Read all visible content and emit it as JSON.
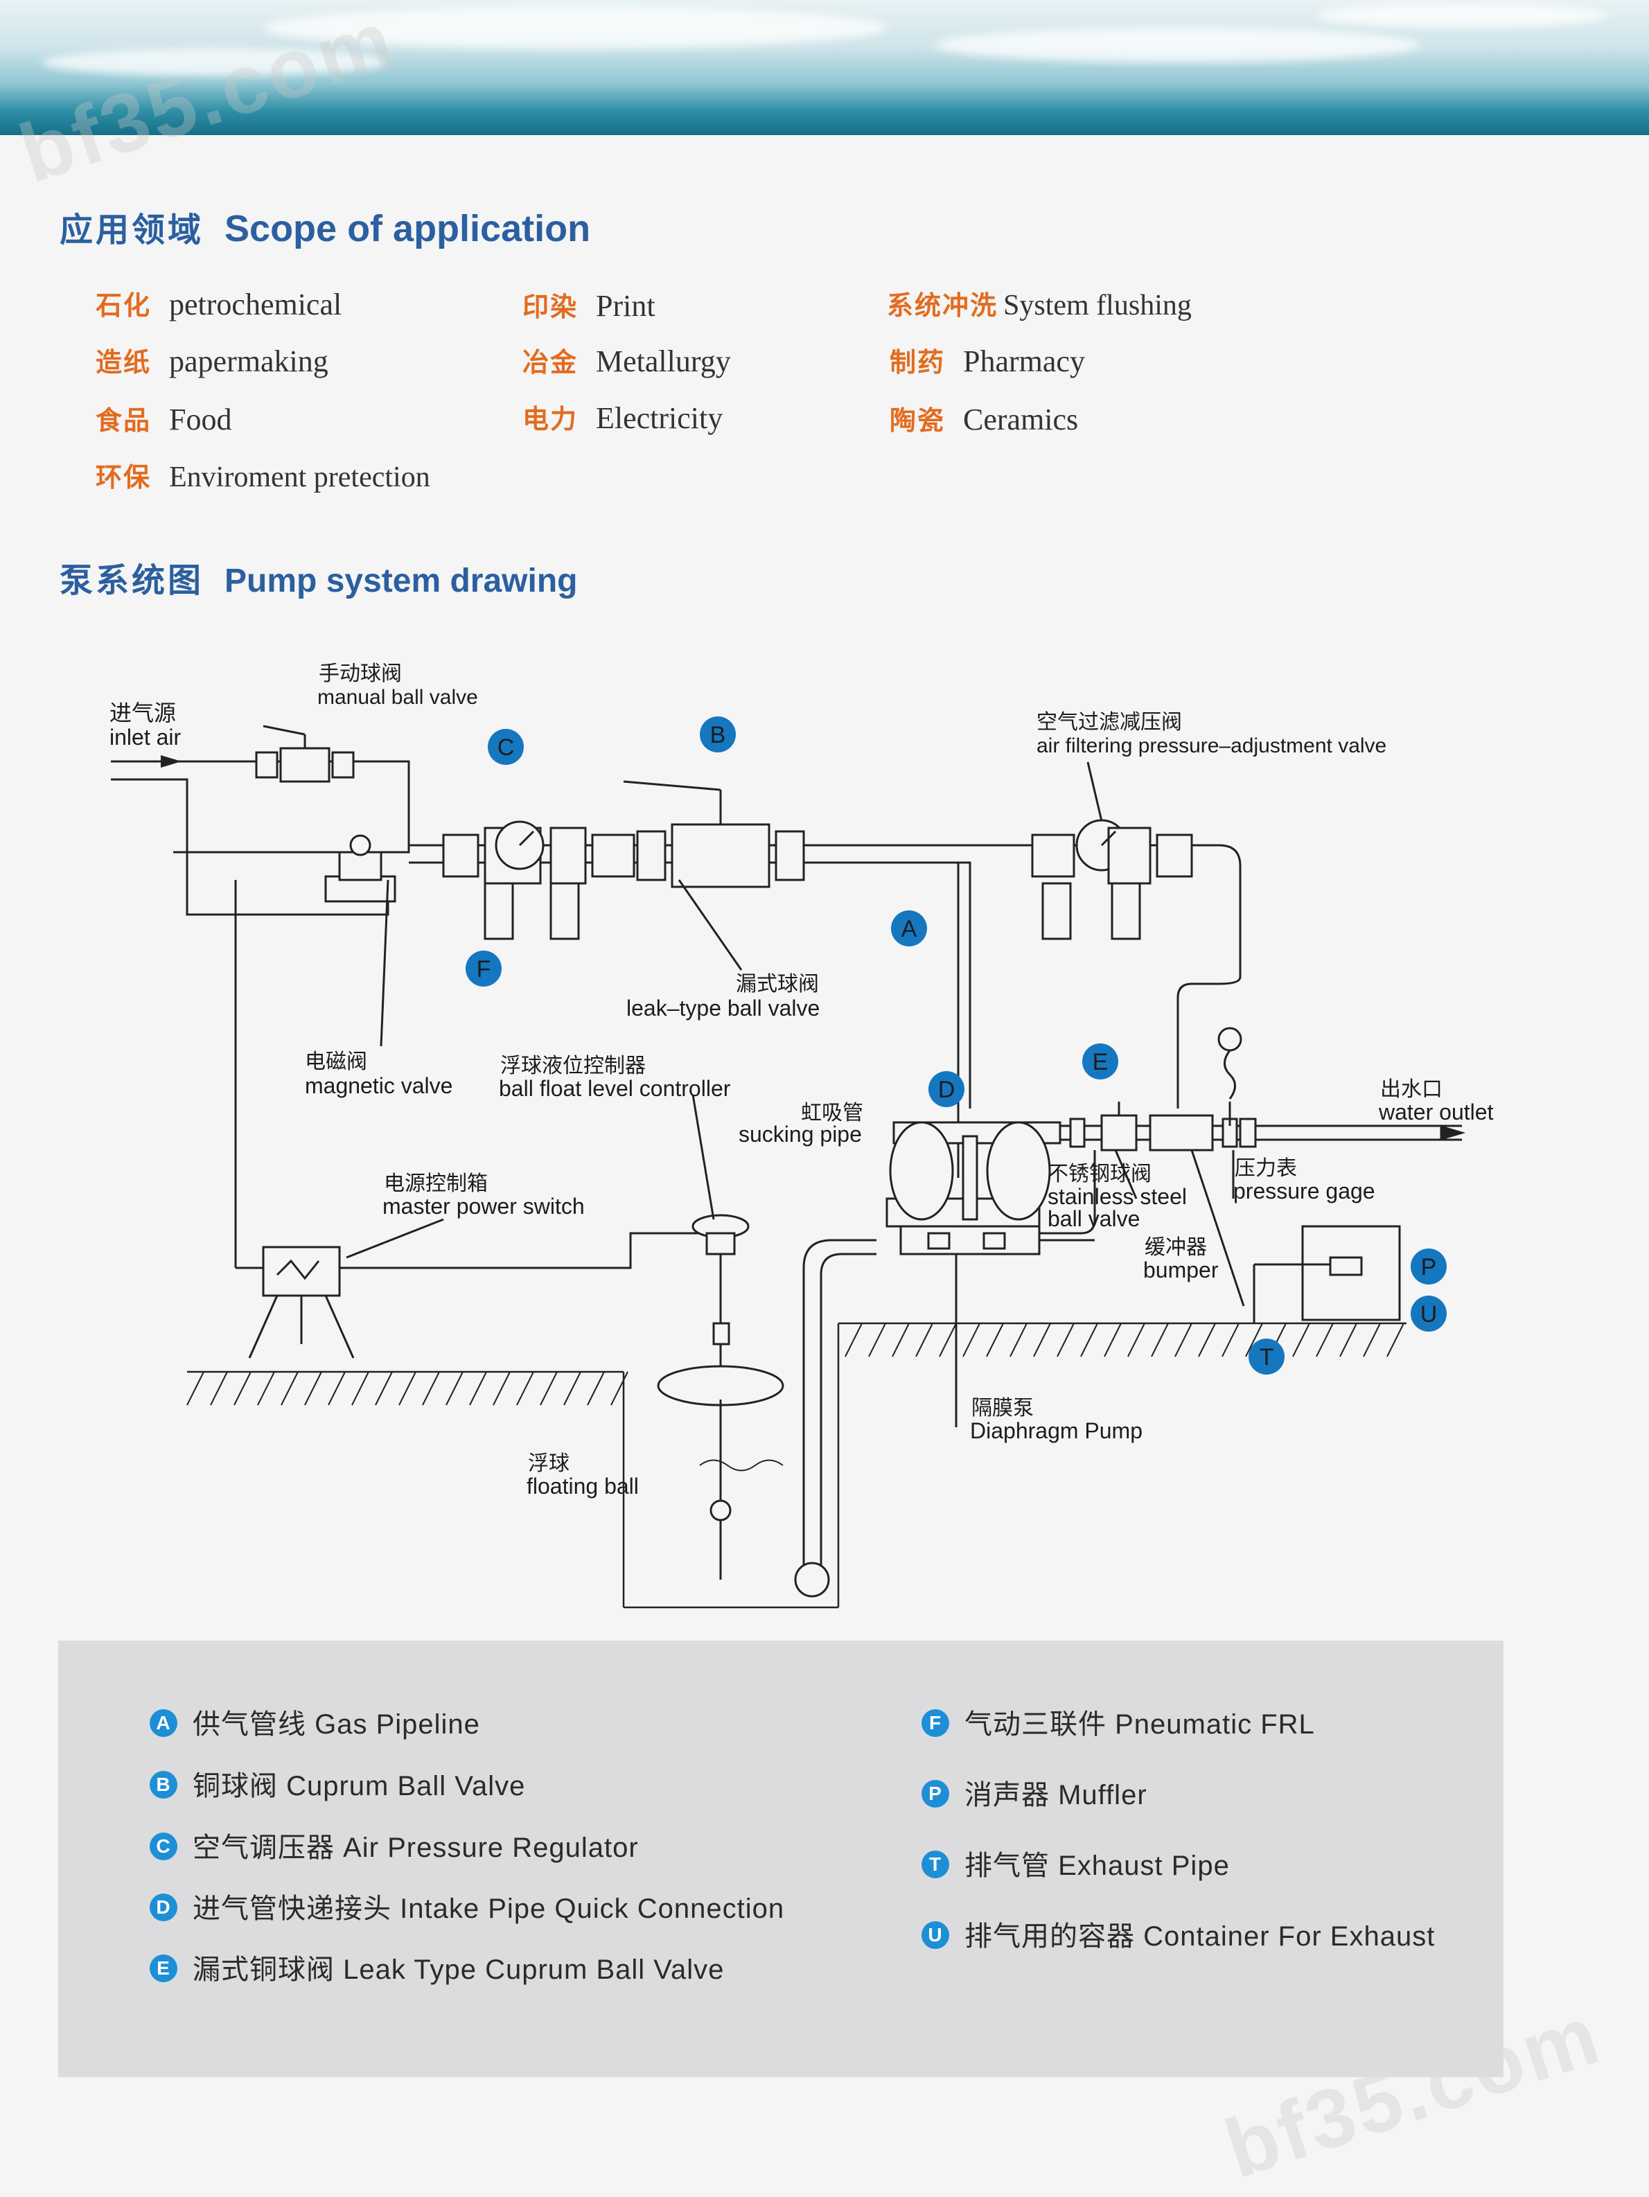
{
  "watermarks": [
    "bf35.com",
    "bf35.com"
  ],
  "scope": {
    "title_cn": "应用领域",
    "title_en": "Scope of application",
    "items": [
      {
        "cn": "石化",
        "en": "petrochemical"
      },
      {
        "cn": "造纸",
        "en": "papermaking"
      },
      {
        "cn": "食品",
        "en": "Food"
      },
      {
        "cn": "环保",
        "en": "Enviroment pretection"
      },
      {
        "cn": "印染",
        "en": "Print"
      },
      {
        "cn": "冶金",
        "en": "Metallurgy"
      },
      {
        "cn": "电力",
        "en": "Electricity"
      },
      {
        "cn": "系统冲洗",
        "en": "System flushing"
      },
      {
        "cn": "制药",
        "en": "Pharmacy"
      },
      {
        "cn": "陶瓷",
        "en": "Ceramics"
      }
    ]
  },
  "drawing": {
    "title_cn": "泵系统图",
    "title_en": "Pump system drawing",
    "labels": {
      "inlet_cn": "进气源",
      "inlet_en": "inlet air",
      "manual_cn": "手动球阀",
      "manual_en": "manual ball valve",
      "filter_cn": "空气过滤减压阀",
      "filter_en": "air filtering pressure–adjustment valve",
      "leak_cn": "漏式球阀",
      "leak_en": "leak–type ball valve",
      "magnetic_cn": "电磁阀",
      "magnetic_en": "magnetic valve",
      "float_ctrl_cn": "浮球液位控制器",
      "float_ctrl_en": "ball float level controller",
      "siphon_cn": "虹吸管",
      "siphon_en": "sucking pipe",
      "outlet_cn": "出水口",
      "outlet_en": "water outlet",
      "ss_valve_cn": "不锈钢球阀",
      "ss_valve_en1": "stainless steel",
      "ss_valve_en2": "ball valve",
      "gage_cn": "压力表",
      "gage_en": "pressure gage",
      "power_cn": "电源控制箱",
      "power_en": "master power switch",
      "bumper_cn": "缓冲器",
      "bumper_en": "bumper",
      "pump_cn": "隔膜泵",
      "pump_en": "Diaphragm Pump",
      "floatball_cn": "浮球",
      "floatball_en": "floating ball"
    },
    "markers": {
      "A": "A",
      "B": "B",
      "C": "C",
      "D": "D",
      "E": "E",
      "F": "F",
      "P": "P",
      "T": "T",
      "U": "U"
    }
  },
  "legend": {
    "left": [
      {
        "letter": "A",
        "text": "供气管线 Gas Pipeline"
      },
      {
        "letter": "B",
        "text": "铜球阀 Cuprum Ball Valve"
      },
      {
        "letter": "C",
        "text": "空气调压器 Air Pressure Regulator"
      },
      {
        "letter": "D",
        "text": "进气管快递接头 Intake Pipe Quick Connection"
      },
      {
        "letter": "E",
        "text": "漏式铜球阀 Leak Type Cuprum Ball Valve"
      }
    ],
    "right": [
      {
        "letter": "F",
        "text": "气动三联件 Pneumatic FRL"
      },
      {
        "letter": "P",
        "text": "消声器 Muffler"
      },
      {
        "letter": "T",
        "text": "排气管 Exhaust Pipe"
      },
      {
        "letter": "U",
        "text": "排气用的容器 Container For Exhaust"
      }
    ]
  },
  "colors": {
    "accent_blue": "#2b5fa0",
    "orange": "#e36b1f",
    "badge_blue": "#1d8fd6",
    "marker_blue": "#1577c0"
  }
}
